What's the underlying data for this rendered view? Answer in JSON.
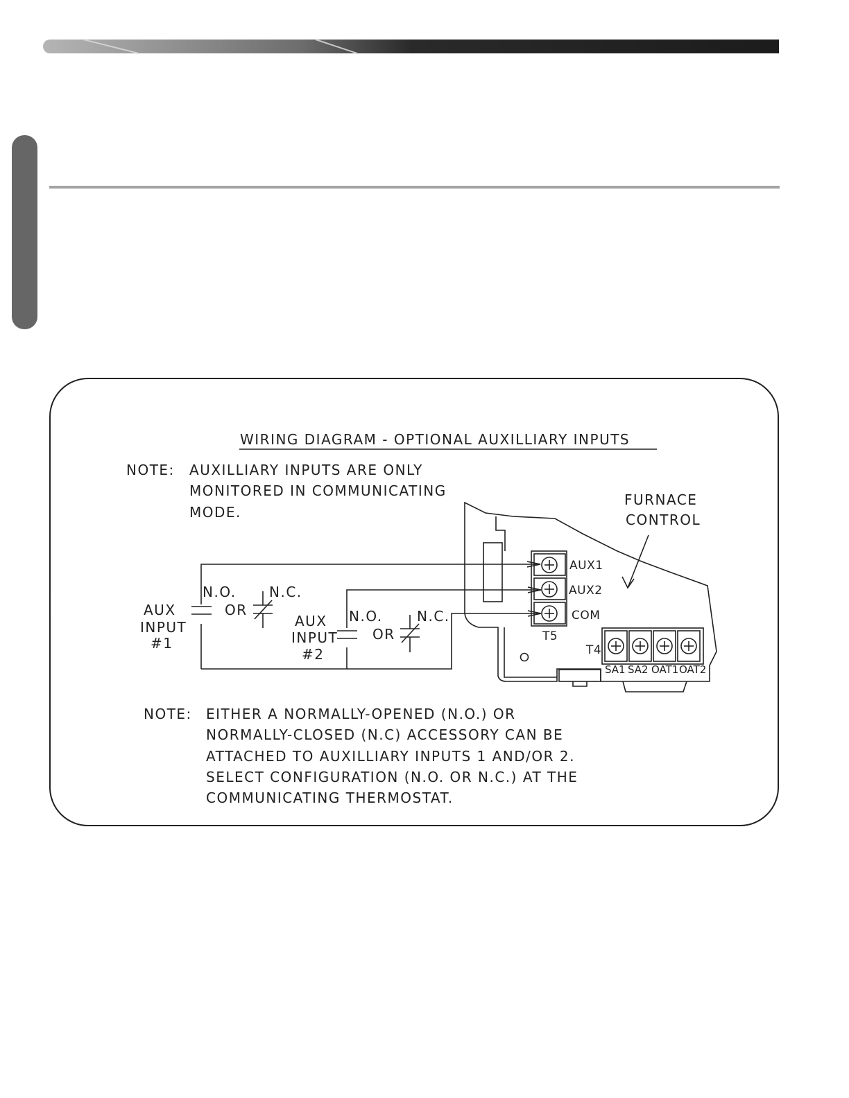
{
  "diagram": {
    "title": "WIRING DIAGRAM - OPTIONAL AUXILLIARY INPUTS",
    "note_top": {
      "label": "NOTE:",
      "lines": [
        "AUXILLIARY INPUTS ARE ONLY",
        "MONITORED IN COMMUNICATING",
        "MODE."
      ]
    },
    "furnace_control": [
      "FURNACE",
      "CONTROL"
    ],
    "aux_input_1": [
      "AUX",
      "INPUT",
      "#1"
    ],
    "aux_input_2": [
      "AUX",
      "INPUT",
      "#2"
    ],
    "contact_no": "N.O.",
    "contact_nc": "N.C.",
    "contact_or": "OR",
    "terminal_t5": {
      "name": "T5",
      "terminals": [
        "AUX1",
        "AUX2",
        "COM"
      ]
    },
    "terminal_t4": {
      "name": "T4",
      "terminals": [
        "SA1",
        "SA2",
        "OAT1",
        "OAT2"
      ]
    },
    "note_bottom": {
      "label": "NOTE:",
      "lines": [
        "EITHER A NORMALLY-OPENED (N.O.) OR",
        "NORMALLY-CLOSED (N.C) ACCESSORY CAN BE",
        "ATTACHED TO AUXILLIARY INPUTS 1 AND/OR 2.",
        "SELECT CONFIGURATION (N.O. OR N.C.) AT THE",
        "COMMUNICATING THERMOSTAT."
      ]
    }
  }
}
